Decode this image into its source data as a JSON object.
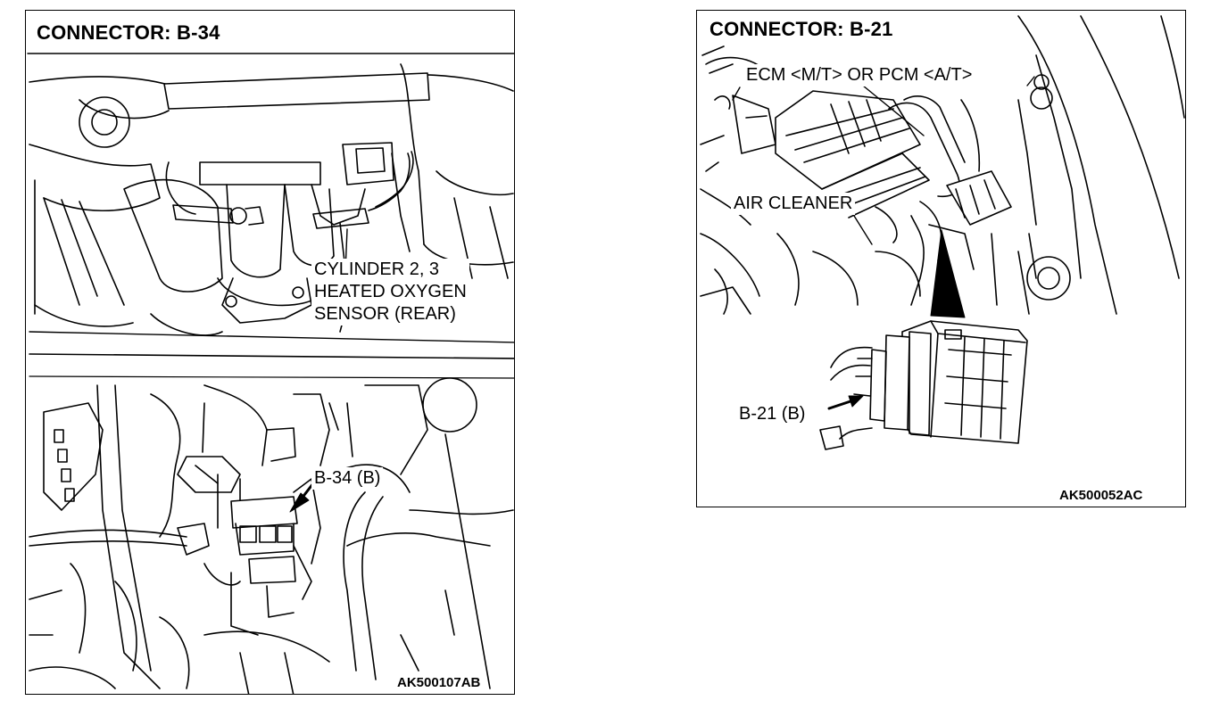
{
  "panels": [
    {
      "title": "CONNECTOR: B-34",
      "sensor_label": [
        "CYLINDER 2, 3",
        "HEATED OXYGEN",
        "SENSOR (REAR)"
      ],
      "connector_callout": "B-34 (B)",
      "figure_code": "AK500107AB"
    },
    {
      "title": "CONNECTOR: B-21",
      "module_label": "ECM <M/T> OR PCM <A/T>",
      "component_label": "AIR CLEANER",
      "connector_callout": "B-21 (B)",
      "figure_code": "AK500052AC"
    }
  ]
}
